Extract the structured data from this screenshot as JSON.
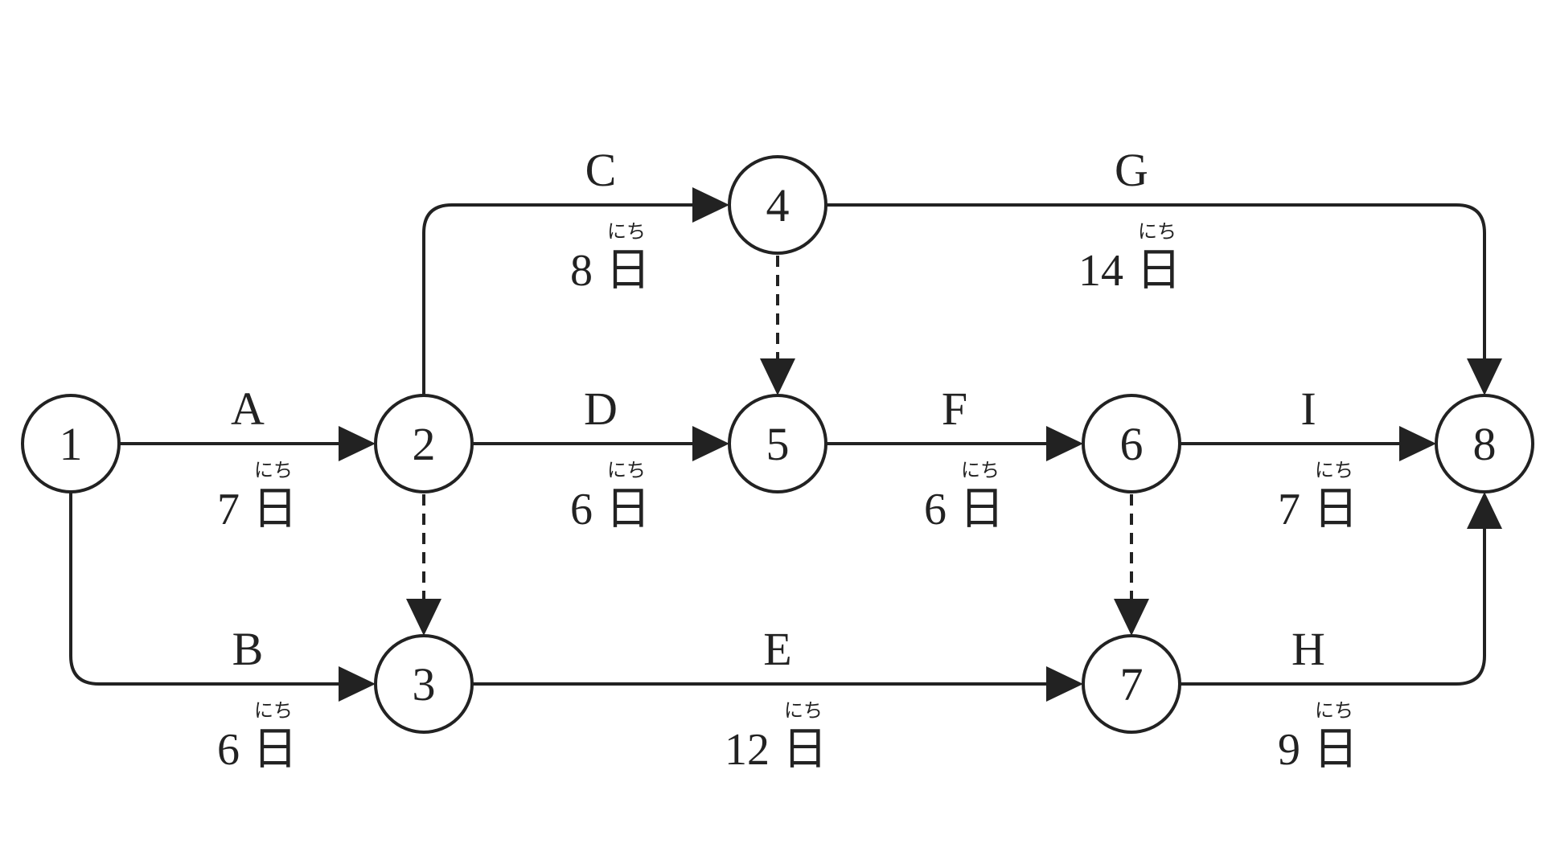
{
  "colors": {
    "stroke": "#222222",
    "background": "#ffffff"
  },
  "nodes": [
    "1",
    "2",
    "3",
    "4",
    "5",
    "6",
    "7",
    "8"
  ],
  "activities": [
    {
      "name": "A",
      "from": "1",
      "to": "2",
      "duration": "7",
      "unit": "日",
      "reading": "にち"
    },
    {
      "name": "B",
      "from": "1",
      "to": "3",
      "duration": "6",
      "unit": "日",
      "reading": "にち"
    },
    {
      "name": "C",
      "from": "2",
      "to": "4",
      "duration": "8",
      "unit": "日",
      "reading": "にち"
    },
    {
      "name": "D",
      "from": "2",
      "to": "5",
      "duration": "6",
      "unit": "日",
      "reading": "にち"
    },
    {
      "name": "E",
      "from": "3",
      "to": "7",
      "duration": "12",
      "unit": "日",
      "reading": "にち"
    },
    {
      "name": "F",
      "from": "5",
      "to": "6",
      "duration": "6",
      "unit": "日",
      "reading": "にち"
    },
    {
      "name": "G",
      "from": "4",
      "to": "8",
      "duration": "14",
      "unit": "日",
      "reading": "にち"
    },
    {
      "name": "H",
      "from": "7",
      "to": "8",
      "duration": "9",
      "unit": "日",
      "reading": "にち"
    },
    {
      "name": "I",
      "from": "6",
      "to": "8",
      "duration": "7",
      "unit": "日",
      "reading": "にち"
    }
  ],
  "dummy_activities": [
    {
      "from": "2",
      "to": "3"
    },
    {
      "from": "4",
      "to": "5"
    },
    {
      "from": "6",
      "to": "7"
    }
  ]
}
